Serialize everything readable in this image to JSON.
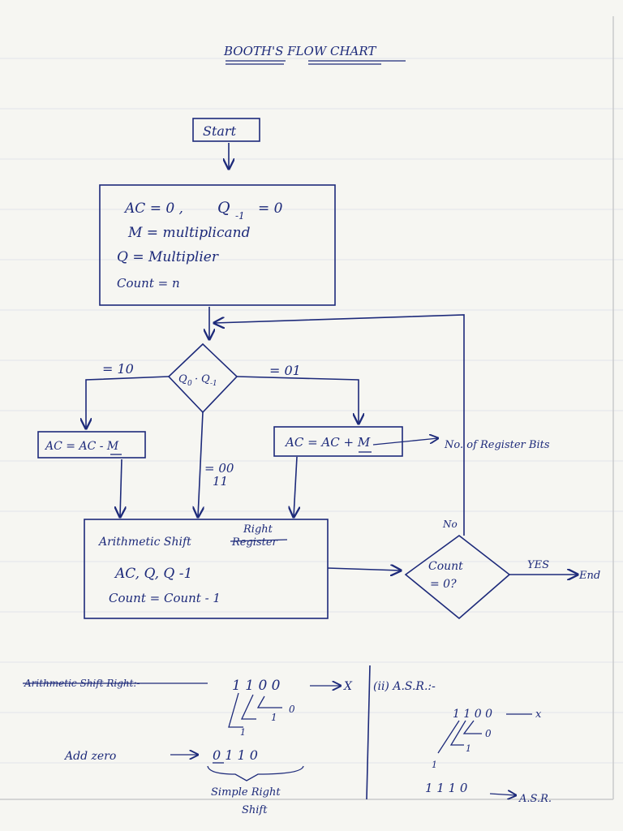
{
  "title": "BOOTH'S FLOW CHART",
  "start": "Start",
  "init": {
    "line1_a": "AC = 0 ,",
    "line1_b": "Q",
    "line1_sub": "-1",
    "line1_c": "= 0",
    "line2": "M = multiplicand",
    "line3": "Q = Multiplier",
    "line4": "Count = n"
  },
  "decision": {
    "q0": "Q",
    "q0_sub": "0",
    "dot": "·",
    "q1": "Q",
    "q1_sub": "-1"
  },
  "branches": {
    "left": "= 10",
    "right": "= 01",
    "middle_top": "= 00",
    "middle_bottom": "11"
  },
  "sub_box": "AC = AC - M",
  "add_box": "AC = AC + M",
  "register_note": "No. of Register Bits",
  "shift_box": {
    "title_a": "Arithmetic Shift",
    "title_struck": "Register",
    "title_insert": "Right",
    "line2": "AC, Q, Q -1",
    "line3": "Count = Count - 1"
  },
  "count_check": {
    "line1": "Count",
    "line2": "= 0?",
    "yes": "YES",
    "no": "No",
    "end": "End"
  },
  "notes": {
    "struck_heading": "Arithmetic Shift Right:-",
    "bits": "1 1 0 0",
    "x_mark": "X",
    "bit_one": "1",
    "bit_zero": "0",
    "bit_low": "1",
    "add_zero": "Add zero",
    "shifted": "0 1 1 0",
    "brace_label_1": "Simple Right",
    "brace_label_2": "Shift",
    "asr_heading": "(ii) A.S.R.:-",
    "asr_bits": "1 1 0 0",
    "asr_x": "x",
    "asr_zero": "0",
    "asr_one_a": "1",
    "asr_one_b": "1",
    "asr_result": "1 1 1 0",
    "asr_label": "A.S.R."
  }
}
